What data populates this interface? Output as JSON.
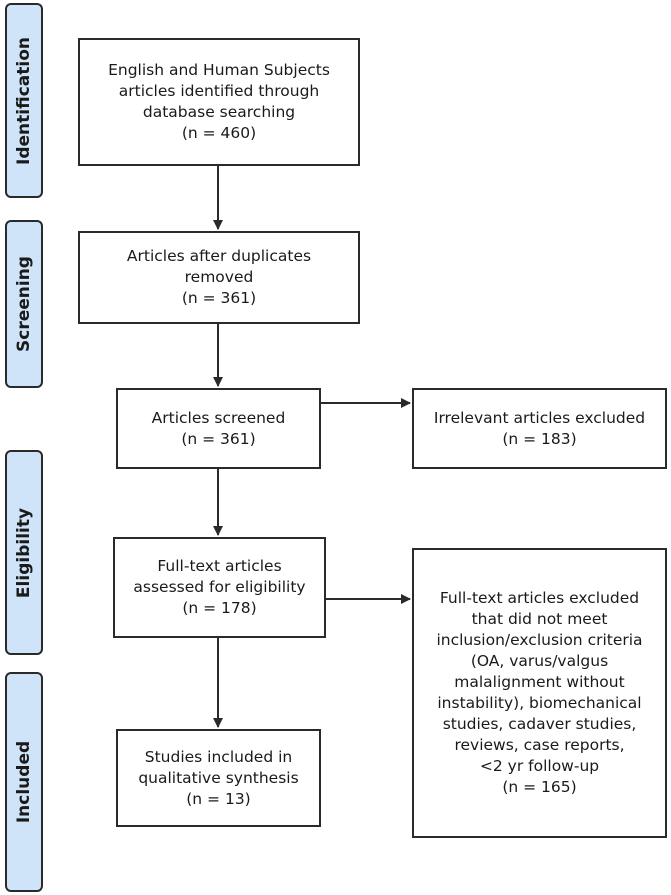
{
  "phases": [
    {
      "id": "identification",
      "label": "Identification"
    },
    {
      "id": "screening",
      "label": "Screening"
    },
    {
      "id": "eligibility",
      "label": "Eligibility"
    },
    {
      "id": "included",
      "label": "Included"
    }
  ],
  "boxes": {
    "identified": "English and Human Subjects\narticles identified through\ndatabase searching\n(n = 460)",
    "after_duplicates": "Articles after duplicates\nremoved\n(n = 361)",
    "screened": "Articles screened\n(n = 361)",
    "irrelevant_excluded": "Irrelevant articles excluded\n(n = 183)",
    "fulltext_assessed": "Full-text articles\nassessed for eligibility\n(n = 178)",
    "fulltext_excluded": "Full-text articles excluded\nthat did not meet\ninclusion/exclusion criteria\n(OA, varus/valgus\nmalalignment without\ninstability), biomechanical\nstudies, cadaver studies,\nreviews, case reports,\n<2 yr follow-up\n(n = 165)",
    "included_studies": "Studies included in\nqualitative synthesis\n(n = 13)"
  },
  "colors": {
    "phase_fill": "#cfe4f8",
    "border": "#2a2a2a",
    "arrow": "#2a2a2a"
  }
}
